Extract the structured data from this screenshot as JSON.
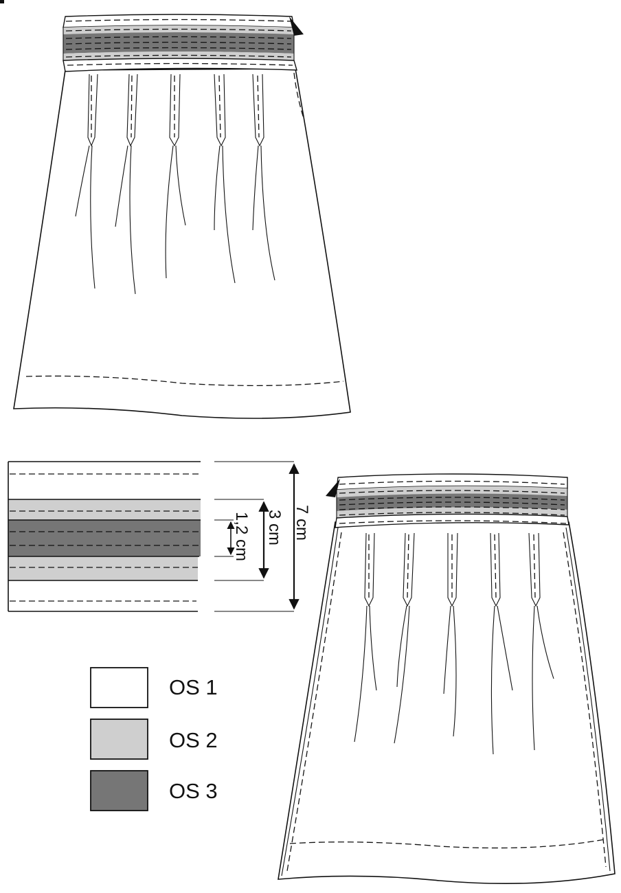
{
  "colors": {
    "os1": "#ffffff",
    "os2": "#cfcfcf",
    "os3": "#767676",
    "line": "#111111"
  },
  "dimensions": {
    "total": "7 cm",
    "middle": "3 cm",
    "inner": "1,2 cm"
  },
  "legend": [
    {
      "label": "OS 1",
      "color": "#ffffff"
    },
    {
      "label": "OS 2",
      "color": "#cfcfcf"
    },
    {
      "label": "OS 3",
      "color": "#767676"
    }
  ]
}
